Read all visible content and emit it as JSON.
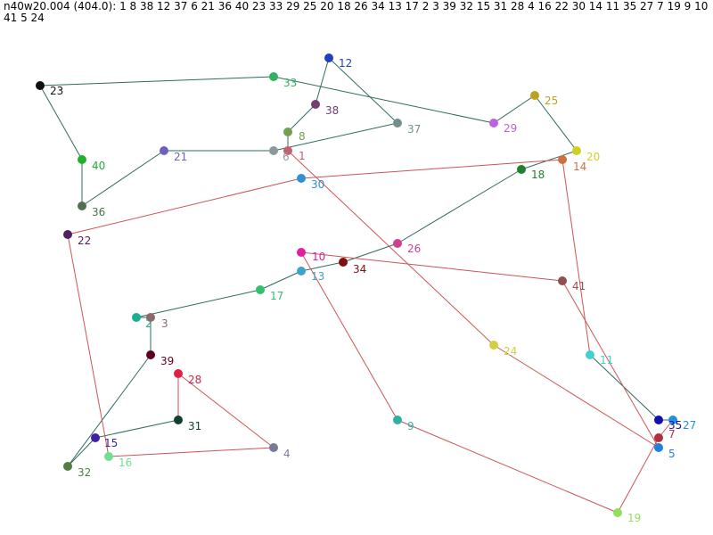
{
  "header": {
    "title": "n40w20.004 (404.0): 1 8 38 12 37 6 21 36 40 23 33 29 25 20 18 26 34 13 17 2 3 39 32 15 31 28 4 16 22 30 14 11 35 27 7 19 9 10 41 5 24"
  },
  "colors": {
    "edge_dark": "#2f6b5f",
    "edge_red": "#cc5555"
  },
  "nodes": [
    {
      "id": "1",
      "label": "1",
      "color": "#c06070"
    },
    {
      "id": "2",
      "label": "2",
      "color": "#18b090"
    },
    {
      "id": "3",
      "label": "3",
      "color": "#8a6a6a"
    },
    {
      "id": "4",
      "label": "4",
      "color": "#7a7a9a"
    },
    {
      "id": "5",
      "label": "5",
      "color": "#2080e0"
    },
    {
      "id": "6",
      "label": "6",
      "color": "#8a9a9a"
    },
    {
      "id": "7",
      "label": "7",
      "color": "#b03040"
    },
    {
      "id": "8",
      "label": "8",
      "color": "#70a050"
    },
    {
      "id": "9",
      "label": "9",
      "color": "#30b0a0"
    },
    {
      "id": "10",
      "label": "10",
      "color": "#e020a0"
    },
    {
      "id": "11",
      "label": "11",
      "color": "#40d0d0"
    },
    {
      "id": "12",
      "label": "12",
      "color": "#2040c0"
    },
    {
      "id": "13",
      "label": "13",
      "color": "#40a0d0"
    },
    {
      "id": "14",
      "label": "14",
      "color": "#d07040"
    },
    {
      "id": "15",
      "label": "15",
      "color": "#4020a0"
    },
    {
      "id": "16",
      "label": "16",
      "color": "#70e090"
    },
    {
      "id": "17",
      "label": "17",
      "color": "#30c070"
    },
    {
      "id": "18",
      "label": "18",
      "color": "#208030"
    },
    {
      "id": "19",
      "label": "19",
      "color": "#90e060"
    },
    {
      "id": "20",
      "label": "20",
      "color": "#d0d020"
    },
    {
      "id": "21",
      "label": "21",
      "color": "#7060c0"
    },
    {
      "id": "22",
      "label": "22",
      "color": "#502060"
    },
    {
      "id": "23",
      "label": "23",
      "color": "#101010"
    },
    {
      "id": "24",
      "label": "24",
      "color": "#d0d040"
    },
    {
      "id": "25",
      "label": "25",
      "color": "#c0a020"
    },
    {
      "id": "26",
      "label": "26",
      "color": "#d04090"
    },
    {
      "id": "27",
      "label": "27",
      "color": "#2090e0"
    },
    {
      "id": "28",
      "label": "28",
      "color": "#e02040"
    },
    {
      "id": "29",
      "label": "29",
      "color": "#c060e0"
    },
    {
      "id": "30",
      "label": "30",
      "color": "#3090d0"
    },
    {
      "id": "31",
      "label": "31",
      "color": "#104030"
    },
    {
      "id": "32",
      "label": "32",
      "color": "#508040"
    },
    {
      "id": "33",
      "label": "33",
      "color": "#30b060"
    },
    {
      "id": "34",
      "label": "34",
      "color": "#801010"
    },
    {
      "id": "35",
      "label": "35",
      "color": "#1010b0"
    },
    {
      "id": "36",
      "label": "36",
      "color": "#507050"
    },
    {
      "id": "37",
      "label": "37",
      "color": "#709090"
    },
    {
      "id": "38",
      "label": "38",
      "color": "#704070"
    },
    {
      "id": "39",
      "label": "39",
      "color": "#600020"
    },
    {
      "id": "40",
      "label": "40",
      "color": "#20b030"
    },
    {
      "id": "41",
      "label": "41",
      "color": "#905050"
    }
  ],
  "tour": [
    "1",
    "8",
    "38",
    "12",
    "37",
    "6",
    "21",
    "36",
    "40",
    "23",
    "33",
    "29",
    "25",
    "20",
    "18",
    "26",
    "34",
    "13",
    "17",
    "2",
    "3",
    "39",
    "32",
    "15",
    "31",
    "28",
    "4",
    "16",
    "22",
    "30",
    "14",
    "11",
    "35",
    "27",
    "7",
    "19",
    "9",
    "10",
    "41",
    "5",
    "24"
  ]
}
